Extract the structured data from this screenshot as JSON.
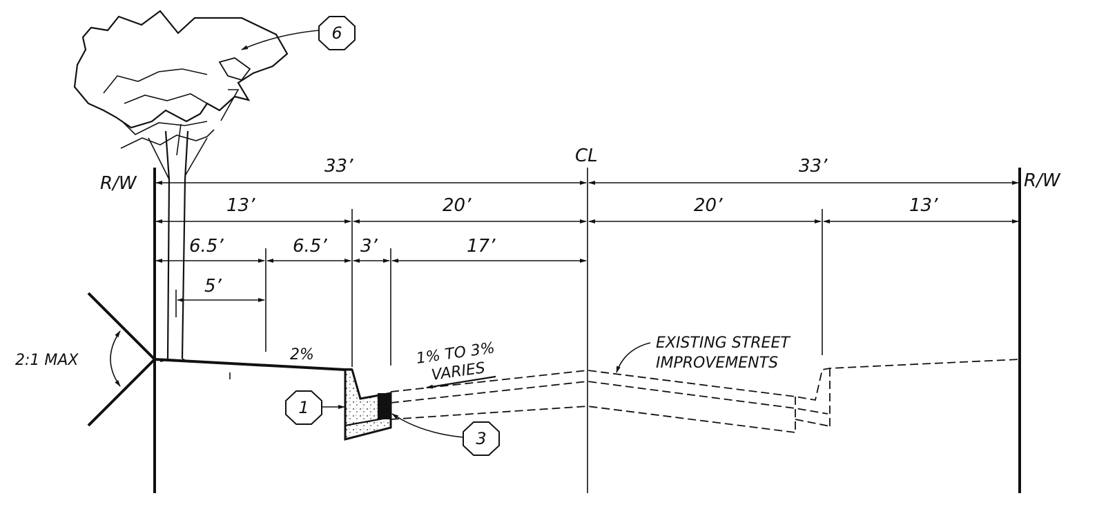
{
  "labels": {
    "rw_left": "R/W",
    "rw_right": "R/W",
    "cl": "CL",
    "dim_33_left": "33’",
    "dim_33_right": "33’",
    "dim_13_left": "13’",
    "dim_20_left": "20’",
    "dim_20_right": "20’",
    "dim_13_right": "13’",
    "dim_6_5_a": "6.5’",
    "dim_6_5_b": "6.5’",
    "dim_3": "3’",
    "dim_17": "17’",
    "dim_5": "5’",
    "slope_2pct": "2%",
    "slope_varies_1": "1% TO 3%",
    "slope_varies_2": "VARIES",
    "max_slope": "2:1 MAX",
    "existing_1": "EXISTING STREET",
    "existing_2": "IMPROVEMENTS"
  },
  "callouts": {
    "c1": "1",
    "c3": "3",
    "c6": "6"
  },
  "colors": {
    "ink": "#111111",
    "paper": "#ffffff"
  }
}
